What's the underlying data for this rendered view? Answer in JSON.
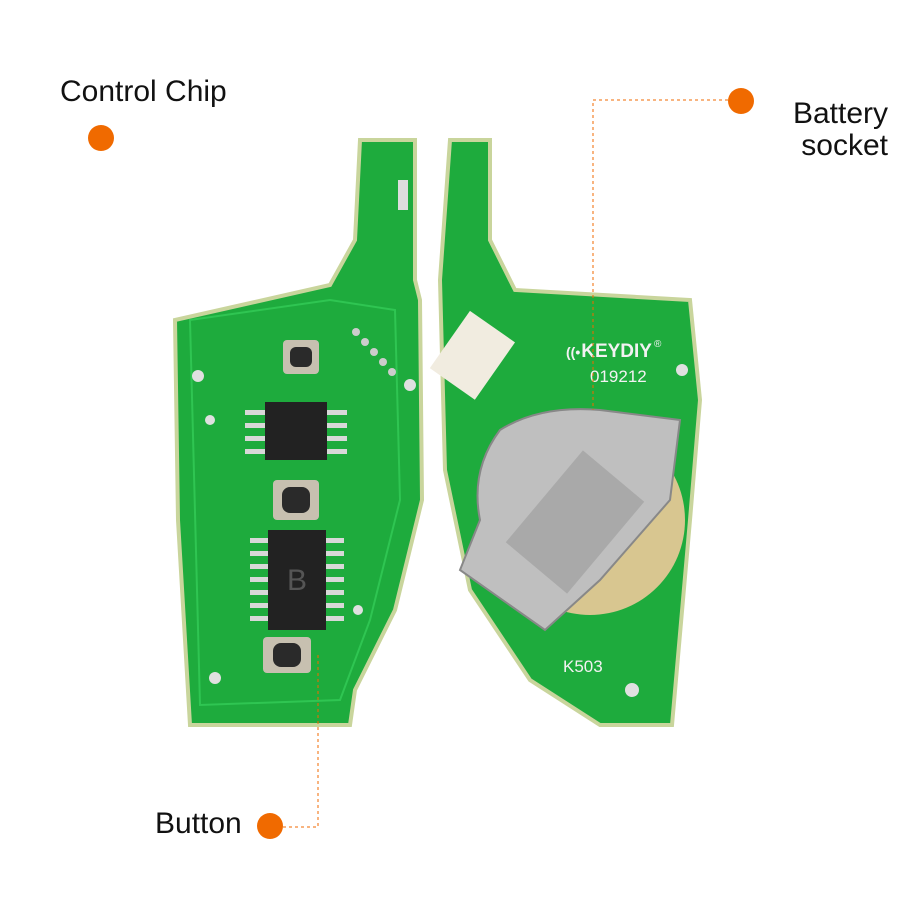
{
  "callouts": {
    "control_chip": "Control Chip",
    "battery_socket_line1": "Battery",
    "battery_socket_line2": "socket",
    "button": "Button"
  },
  "board": {
    "brand": "KEYDIY",
    "brand_prefix": "((•",
    "registered": "®",
    "serial": "019212",
    "model": "K503",
    "ic_mark": "B"
  },
  "colors": {
    "accent": "#f06a00",
    "pcb": "#1faa3c",
    "pcb_edge": "#c8d7a0"
  }
}
